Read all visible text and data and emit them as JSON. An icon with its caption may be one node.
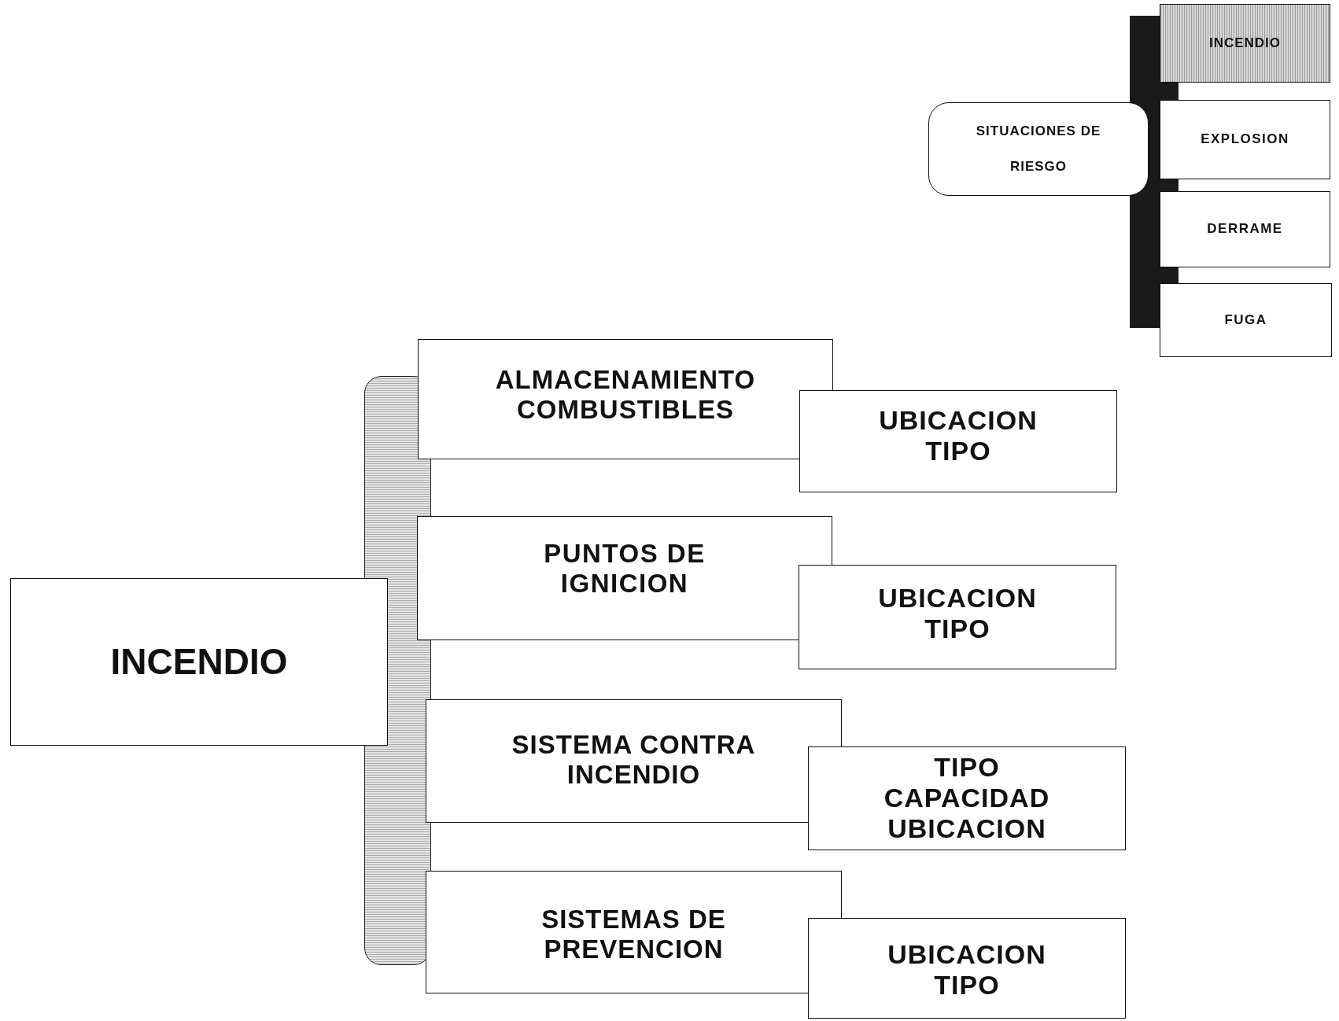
{
  "diagram": {
    "nodes": [
      {
        "text": [
          "SITUACIONES DE RIESGO"
        ]
      },
      {
        "text": [
          "INCENDIO"
        ]
      },
      {
        "text": [
          "EXPLOSION"
        ]
      },
      {
        "text": [
          "DERRAME"
        ]
      },
      {
        "text": [
          "FUGA"
        ]
      },
      {
        "text": [
          "INCENDIO"
        ]
      },
      {
        "text": [
          "ALMACENAMIENTO COMBUSTIBLES"
        ]
      },
      {
        "text": [
          "UBICACION",
          "TIPO"
        ]
      },
      {
        "text": [
          "PUNTOS DE IGNICION"
        ]
      },
      {
        "text": [
          "UBICACION",
          "TIPO"
        ]
      },
      {
        "text": [
          "SISTEMA CONTRA INCENDIO"
        ]
      },
      {
        "text": [
          "TIPO",
          "CAPACIDAD",
          "UBICACION"
        ]
      },
      {
        "text": [
          "SISTEMAS DE PREVENCION"
        ]
      },
      {
        "text": [
          "UBICACION",
          "TIPO"
        ]
      },
      {
        "text": [],
        "shape": "bar"
      },
      {
        "text": [],
        "shape": "bar"
      }
    ]
  }
}
